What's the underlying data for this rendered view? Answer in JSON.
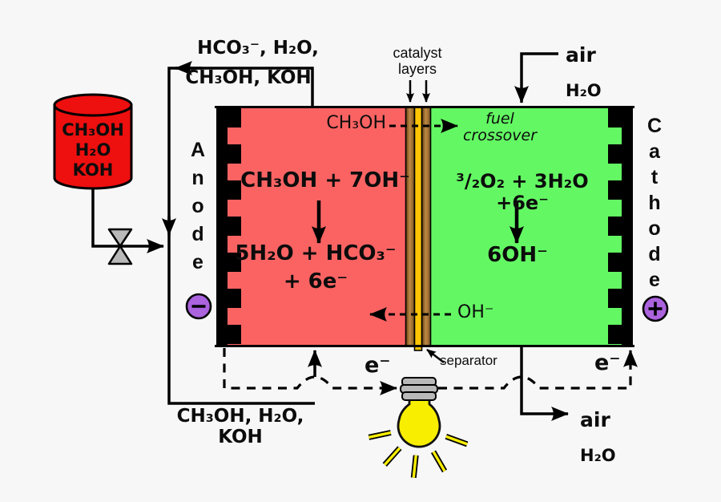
{
  "colors": {
    "anode_compartment": "#fb6363",
    "cathode_compartment": "#63f863",
    "fuel_tank": "#ee0f0f",
    "separator_strip": "#ffc404",
    "catalyst_layer": "#b07c38",
    "electrode": "#000000",
    "terminal": "#ab63de",
    "bulb": "#f8ee00",
    "background": "#f7f7f7"
  },
  "tank": {
    "contents": "CH₃OH\nH₂O\nKOH"
  },
  "recycle_top": {
    "line1": "HCO₃⁻, H₂O,",
    "line2": "CH₃OH, KOH"
  },
  "feed_bottom": {
    "label": "CH₃OH, H₂O, KOH"
  },
  "cell": {
    "anode_label": "Anode",
    "cathode_label": "Cathode",
    "catalyst_label": "catalyst\nlayers",
    "separator_label": "separator",
    "crossover_species": "CH₃OH",
    "crossover_label": "fuel\ncrossover",
    "hydroxide_label": "OH⁻",
    "anode_reaction_reactants": "CH₃OH + 7OH⁻",
    "anode_reaction_products": "5H₂O + HCO₃⁻\n+ 6e⁻",
    "cathode_reaction_reactants": "³/₂O₂ + 3H₂O +6e⁻",
    "cathode_reaction_products": "6OH⁻"
  },
  "air_inlet": {
    "line1": "air",
    "line2": "H₂O"
  },
  "air_outlet": {
    "line1": "air",
    "line2": "H₂O"
  },
  "electrons": {
    "left": "e⁻",
    "right": "e⁻"
  }
}
